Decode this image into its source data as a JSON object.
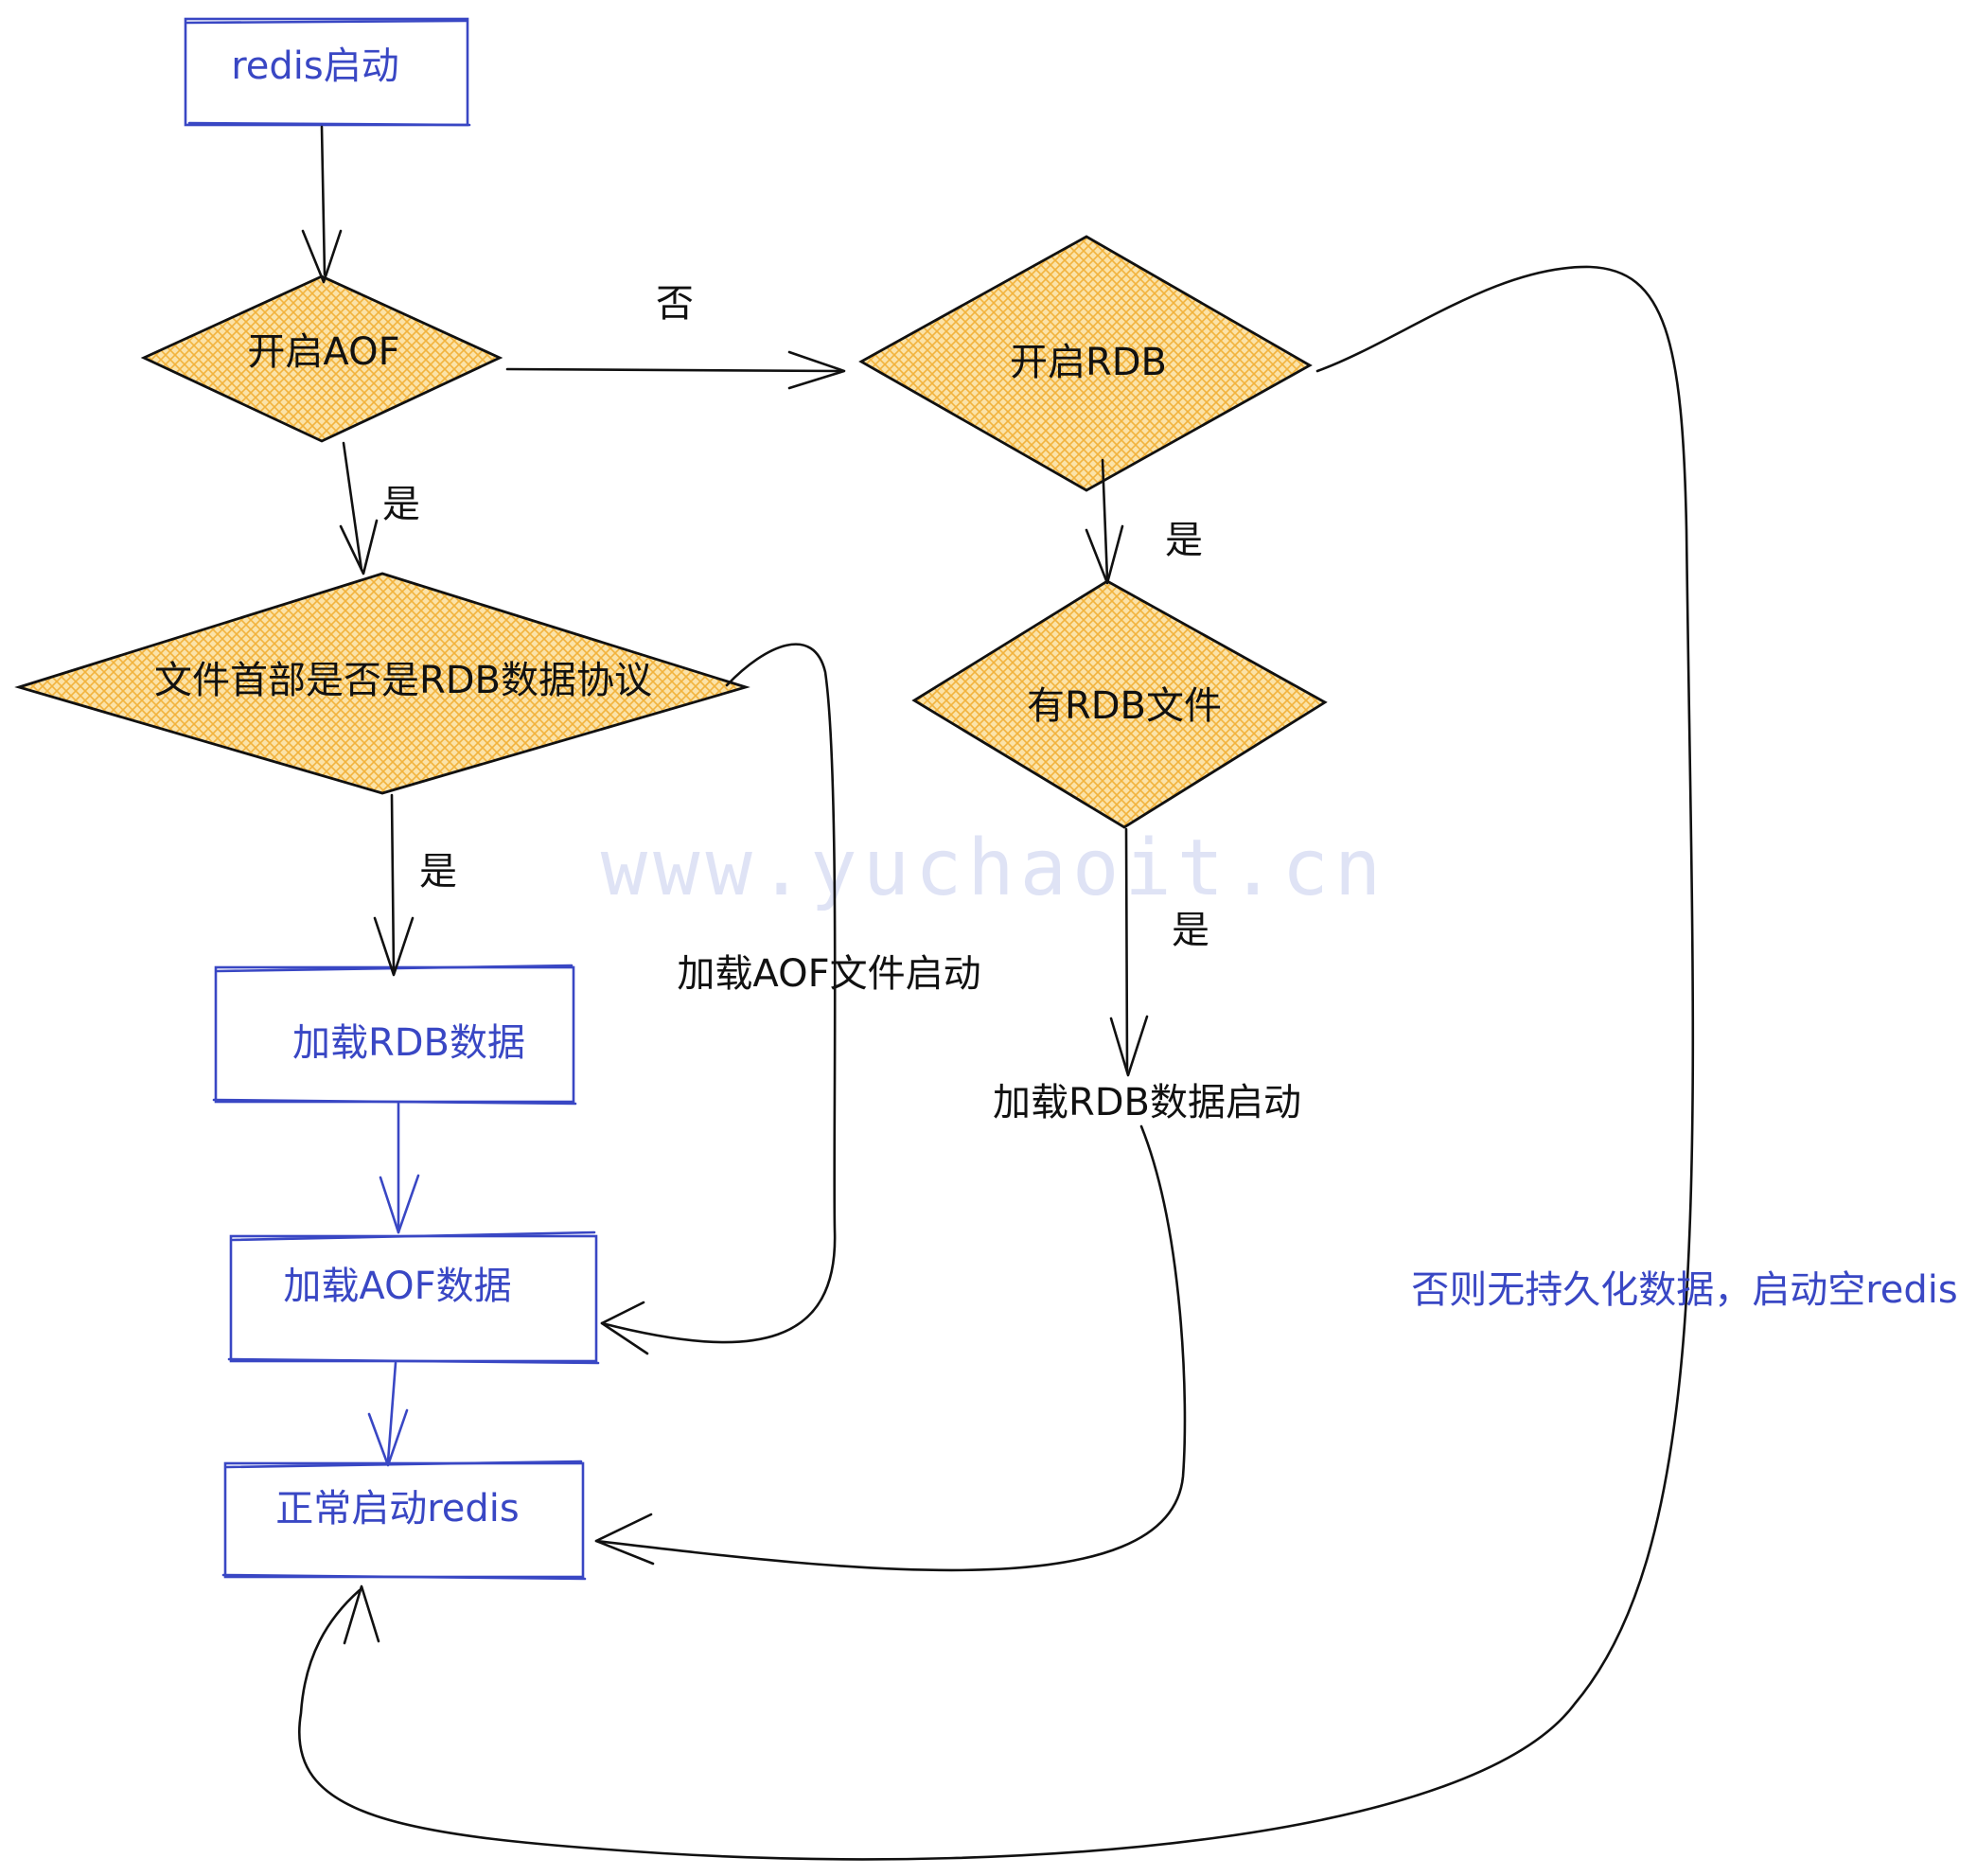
{
  "colors": {
    "box_stroke": "#3947c4",
    "diamond_fill": "#f7c766",
    "edge": "#111111",
    "blue_text": "#3947c4",
    "watermark": "#dfe3f5"
  },
  "nodes": {
    "start": {
      "label": "redis启动"
    },
    "aof_enabled": {
      "label": "开启AOF"
    },
    "rdb_enabled": {
      "label": "开启RDB"
    },
    "rdb_header": {
      "label": "文件首部是否是RDB数据协议"
    },
    "has_rdb": {
      "label": "有RDB文件"
    },
    "load_rdb": {
      "label": "加载RDB数据"
    },
    "load_aof": {
      "label": "加载AOF数据"
    },
    "normal_start": {
      "label": "正常启动redis"
    }
  },
  "edge_labels": {
    "aof_no": "否",
    "aof_yes": "是",
    "rdb_yes": "是",
    "header_yes": "是",
    "has_rdb_yes": "是",
    "load_aof_start": "加载AOF文件启动",
    "load_rdb_start": "加载RDB数据启动",
    "no_persistence": "否则无持久化数据，启动空redis"
  },
  "watermark": "www.yuchaoit.cn"
}
